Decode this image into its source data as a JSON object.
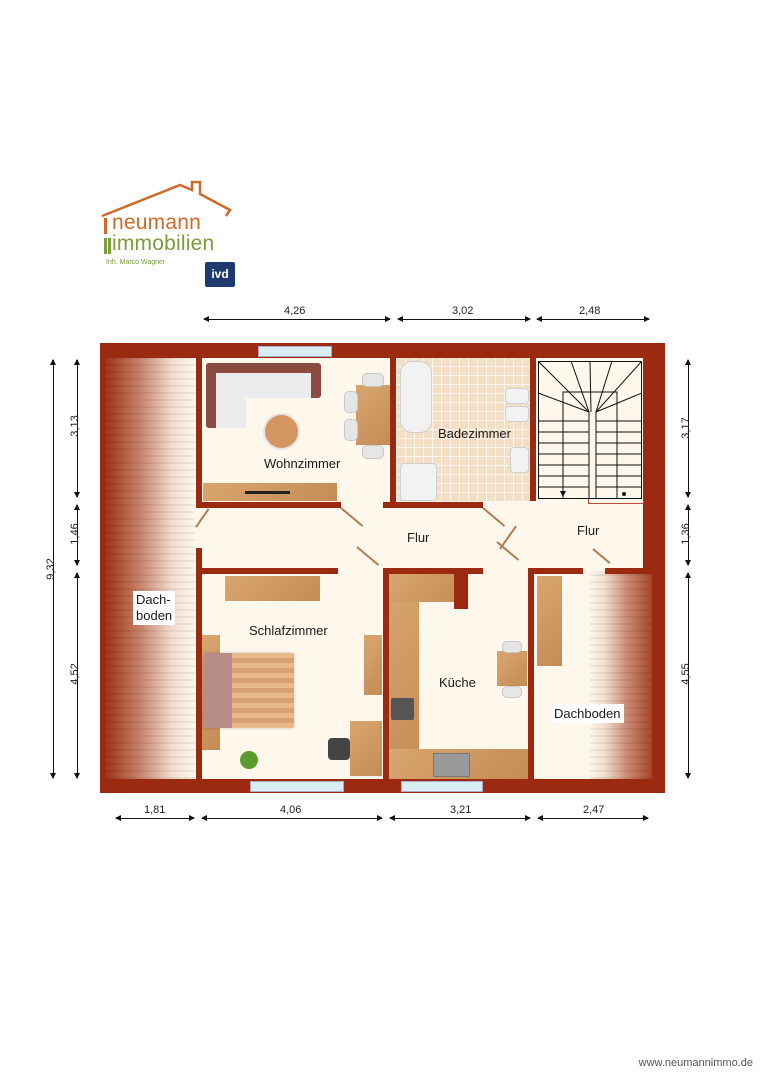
{
  "logo": {
    "line1": "neumann",
    "line2": "immobilien",
    "owner": "Inh. Marco Wagner",
    "badge": "ivd",
    "colors": {
      "orange": "#cf6a2a",
      "green": "#7d9c3a",
      "badge_bg": "#1f3a6e"
    }
  },
  "dimensions": {
    "top": [
      "4,26",
      "3,02",
      "2,48"
    ],
    "bottom": [
      "1,81",
      "4,06",
      "3,21",
      "2,47"
    ],
    "left_total": "9,32",
    "left": [
      "3,13",
      "1,46",
      "4,52"
    ],
    "right": [
      "3,17",
      "1,36",
      "4,55"
    ]
  },
  "rooms": {
    "wohnzimmer": "Wohnzimmer",
    "badezimmer": "Badezimmer",
    "flur_center": "Flur",
    "flur_right": "Flur",
    "dachboden_left": "Dach-\nboden",
    "dachboden_left_1": "Dach-",
    "dachboden_left_2": "boden",
    "schlafzimmer": "Schlafzimmer",
    "kueche": "Küche",
    "dachboden_right": "Dachboden"
  },
  "colors": {
    "wall": "#9b2a10",
    "floor": "#fdf7ec",
    "wood": "#d9a670",
    "tile": "#f3dfc6"
  },
  "footer": {
    "url": "www.neumannimmo.de"
  }
}
